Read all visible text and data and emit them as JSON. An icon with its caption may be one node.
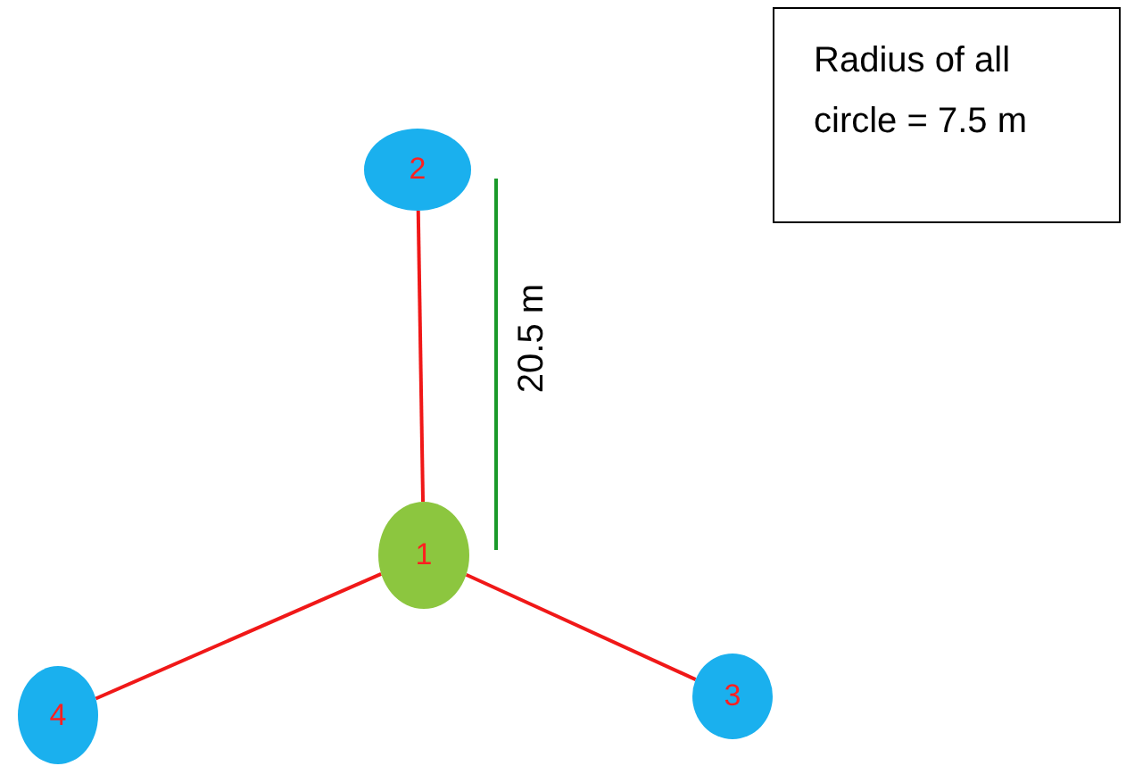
{
  "diagram": {
    "nodes": [
      {
        "text": [
          "Radius of all circle = 7.5 m"
        ]
      },
      {
        "text": [
          "2"
        ]
      },
      {
        "text": [
          "1"
        ]
      },
      {
        "text": [
          "4"
        ]
      },
      {
        "text": [
          "3"
        ]
      }
    ],
    "edges": [
      {
        "from": 2,
        "to": 1,
        "arrow": "none"
      },
      {
        "from": 2,
        "to": 3,
        "arrow": "none"
      },
      {
        "from": 2,
        "to": 4,
        "arrow": "none"
      }
    ],
    "labels": [
      "20.5 m"
    ]
  }
}
